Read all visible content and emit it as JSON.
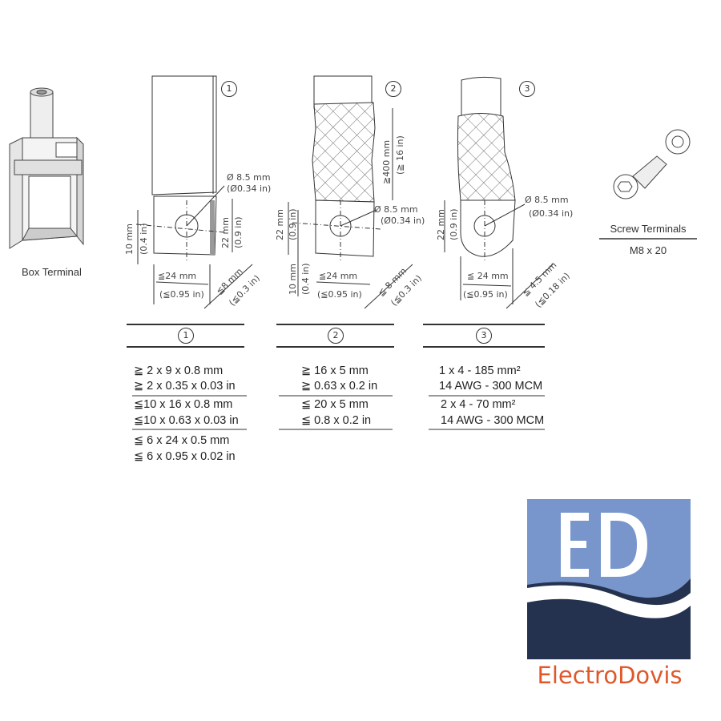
{
  "box_terminal": {
    "label": "Box Terminal"
  },
  "screw_terminals": {
    "title": "Screw Terminals",
    "size": "M8 x 20"
  },
  "drawings": [
    {
      "number": "1",
      "hole_mm": "Ø 8.5 mm",
      "hole_in": "(Ø0.34 in)",
      "height_mm": "22 mm",
      "height_in": "(0.9 in)",
      "offset_mm": "10 mm",
      "offset_in": "(0.4 in)",
      "width_mm": "≦24 mm",
      "width_in": "(≦0.95 in)",
      "thick_mm": "≦8 mm",
      "thick_in": "(≦0.3 in)"
    },
    {
      "number": "2",
      "length_mm": "≧400 mm",
      "length_in": "(≧ 16 in)",
      "hole_mm": "Ø 8.5 mm",
      "hole_in": "(Ø0.34 in)",
      "height_mm": "22 mm",
      "height_in": "(0.9 in)",
      "offset_mm": "10 mm",
      "offset_in": "(0.4 in)",
      "width_mm": "≦24 mm",
      "width_in": "(≦0.95 in)",
      "thick_mm": "≦ 8 mm",
      "thick_in": "(≦0.3 in)"
    },
    {
      "number": "3",
      "hole_mm": "Ø 8.5 mm",
      "hole_in": "(Ø0.34 in)",
      "height_mm": "22 mm",
      "height_in": "(0.9 in)",
      "width_mm": "≦ 24 mm",
      "width_in": "(≦0.95 in)",
      "thick_mm": "≦ 4.5 mm",
      "thick_in": "(≦0.18 in)"
    }
  ],
  "tables": [
    {
      "number": "1",
      "groups": [
        [
          "≧ 2 x 9 x 0.8 mm",
          "≧ 2 x 0.35   x 0.03 in"
        ],
        [
          "≦10 x 16 x 0.8 mm",
          "≦10 x 0.63  x 0.03 in"
        ],
        [
          "≦  6 x 24 x 0.5 mm",
          "≦  6 x 0.95 x 0.02 in"
        ]
      ]
    },
    {
      "number": "2",
      "groups": [
        [
          "≧ 16 x 5 mm",
          "≧ 0.63   x 0.2 in"
        ],
        [
          "≦ 20 x 5 mm",
          "≦ 0.8 x 0.2 in"
        ]
      ]
    },
    {
      "number": "3",
      "groups": [
        [
          "1 x 4 - 185 mm²",
          "14 AWG - 300 MCM"
        ],
        [
          "2 x 4 - 70 mm²",
          "14 AWG - 300 MCM"
        ]
      ]
    }
  ],
  "logo": {
    "monogram": "ED",
    "brand_name": "ElectroDovis",
    "colors": {
      "light": "#7896cc",
      "dark": "#25324f",
      "text": "#e0582a"
    }
  }
}
